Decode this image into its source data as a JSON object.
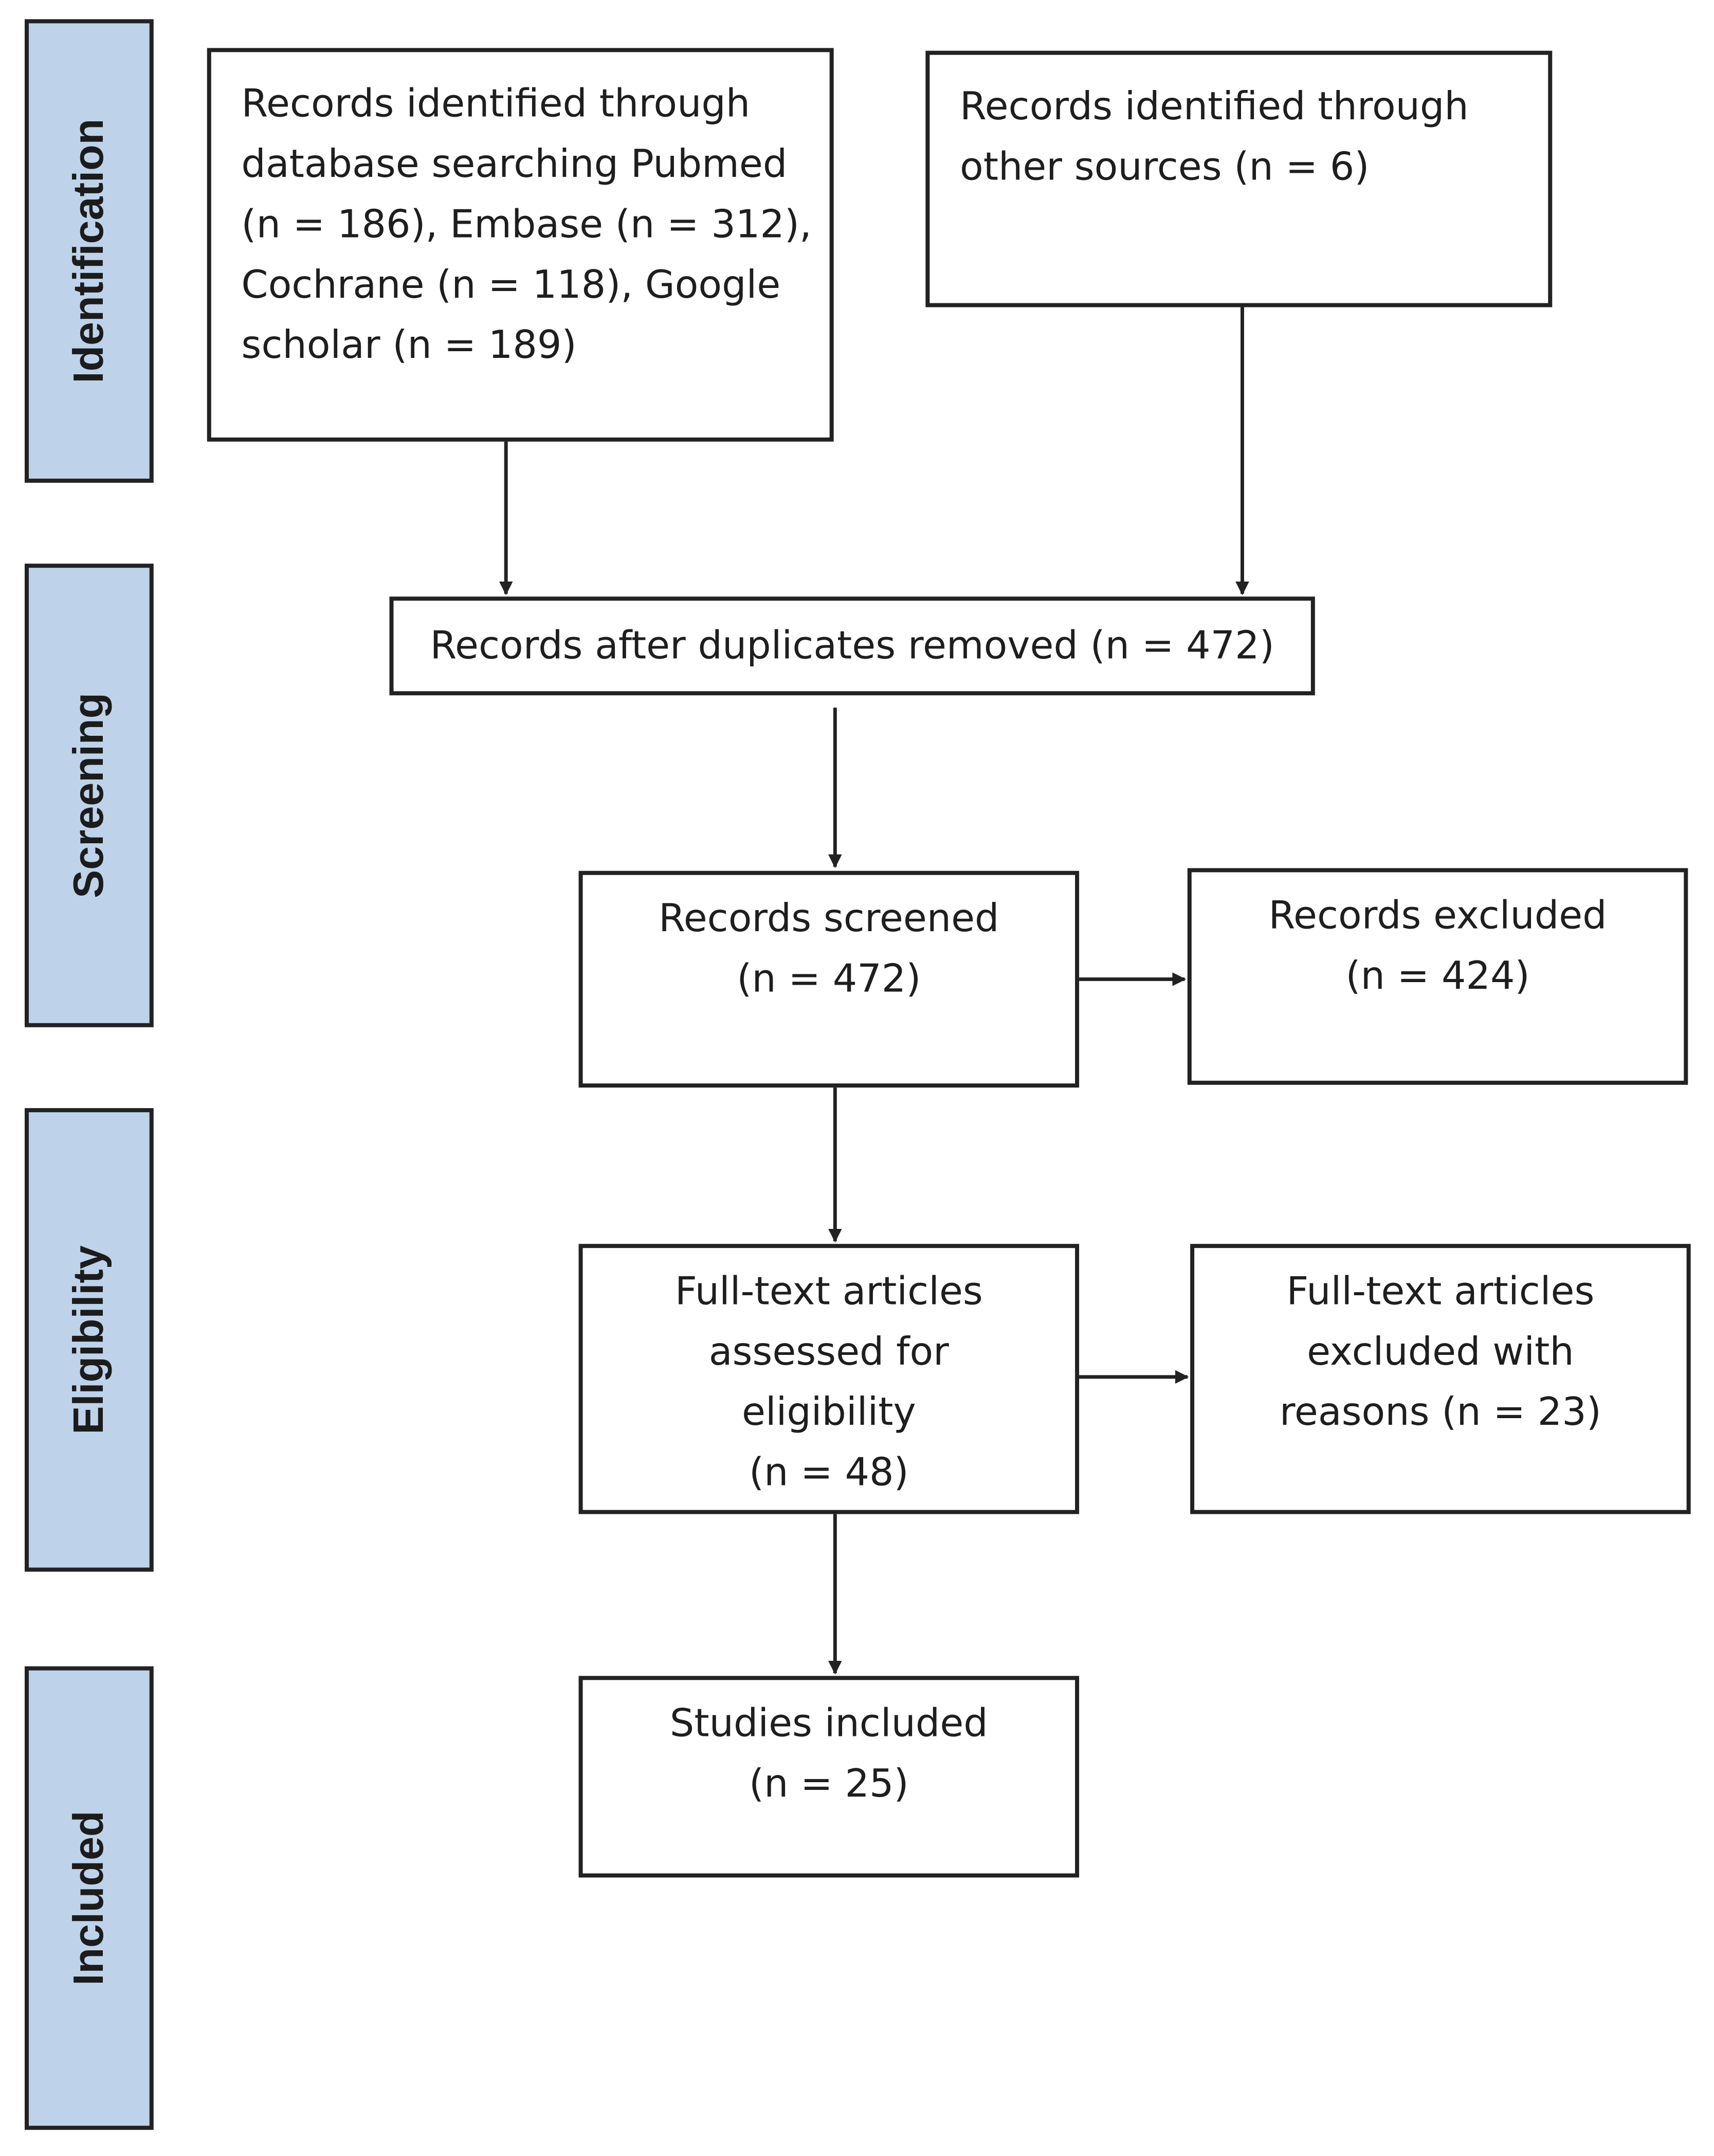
{
  "phases": {
    "identification": "Identification",
    "screening": "Screening",
    "eligibility": "Eligibility",
    "included": "Included"
  },
  "boxes": {
    "database_search": "Records identified through\ndatabase searching Pubmed\n(n = 186), Embase (n = 312),\nCochrane (n = 118), Google\nscholar (n = 189)",
    "other_sources": "Records identified through\nother sources (n = 6)",
    "duplicates_removed": "Records after duplicates removed (n = 472)",
    "records_screened": "Records screened\n(n = 472)",
    "records_excluded": "Records excluded\n(n = 424)",
    "fulltext_assessed": "Full-text articles\nassessed for\neligibility\n(n = 48)",
    "fulltext_excluded": "Full-text articles\nexcluded with\nreasons (n = 23)",
    "studies_included": "Studies included\n(n = 25)"
  },
  "colors": {
    "phase_fill": "#bed3ea",
    "border": "#222222",
    "text": "#1e1e1e"
  }
}
